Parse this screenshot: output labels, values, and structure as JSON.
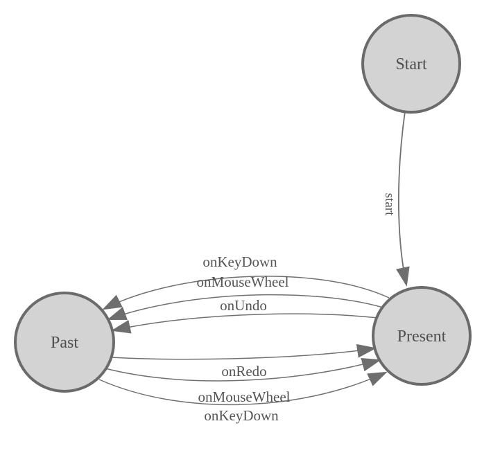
{
  "diagram": {
    "type": "state-machine",
    "nodes": [
      {
        "id": "start",
        "label": "Start"
      },
      {
        "id": "past",
        "label": "Past"
      },
      {
        "id": "present",
        "label": "Present"
      }
    ],
    "edges": [
      {
        "from": "start",
        "to": "present",
        "label": "start"
      },
      {
        "from": "present",
        "to": "past",
        "label": "onKeyDown"
      },
      {
        "from": "present",
        "to": "past",
        "label": "onMouseWheel"
      },
      {
        "from": "present",
        "to": "past",
        "label": "onUndo"
      },
      {
        "from": "past",
        "to": "present",
        "label": "onRedo"
      },
      {
        "from": "past",
        "to": "present",
        "label": "onMouseWheel"
      },
      {
        "from": "past",
        "to": "present",
        "label": "onKeyDown"
      }
    ],
    "colors": {
      "node_fill": "#d3d3d3",
      "node_stroke": "#6b6b6b",
      "edge_stroke": "#707070",
      "arrowhead": "#6e6e6e",
      "label_text": "#4f4f4f"
    }
  }
}
